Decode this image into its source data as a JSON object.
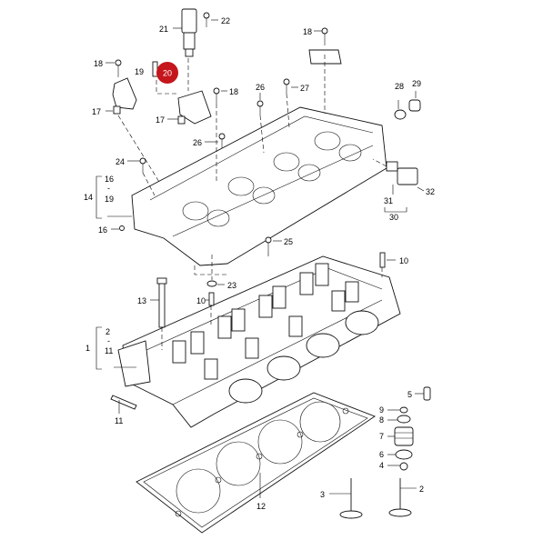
{
  "diagram": {
    "highlight": {
      "label": "20",
      "color": "#c4161c"
    },
    "callouts": {
      "c1": "1",
      "c2": "2",
      "c3": "3",
      "c4": "4",
      "c5": "5",
      "c6": "6",
      "c7": "7",
      "c8": "8",
      "c9": "9",
      "c10a": "10",
      "c10b": "10",
      "c11a": "11",
      "c11b": "11",
      "c12": "12",
      "c13": "13",
      "c14": "14",
      "c16a": "16",
      "c16b": "16",
      "c17a": "17",
      "c17b": "17",
      "c18a": "18",
      "c18b": "18",
      "c18c": "18",
      "c19a": "19",
      "c19b": "19",
      "c21": "21",
      "c22": "22",
      "c23": "23",
      "c24": "24",
      "c25": "25",
      "c26a": "26",
      "c26b": "26",
      "c27": "27",
      "c28": "28",
      "c29": "29",
      "c30": "30",
      "c31": "31",
      "c32": "32",
      "range1_sep": "-",
      "range2_sep": "-"
    }
  }
}
